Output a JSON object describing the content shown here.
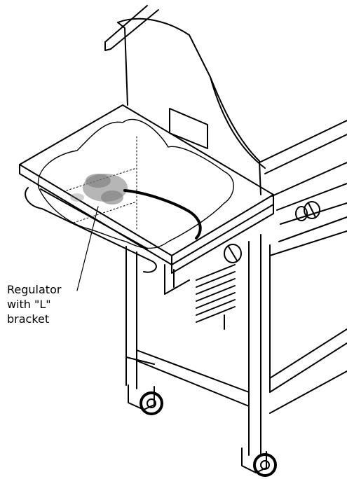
{
  "callout": {
    "lines": [
      "Regulator",
      "with \"L\"",
      "bracket"
    ]
  },
  "colors": {
    "ink": "#000000",
    "paper": "#ffffff",
    "shading": "#7a7a7a"
  }
}
